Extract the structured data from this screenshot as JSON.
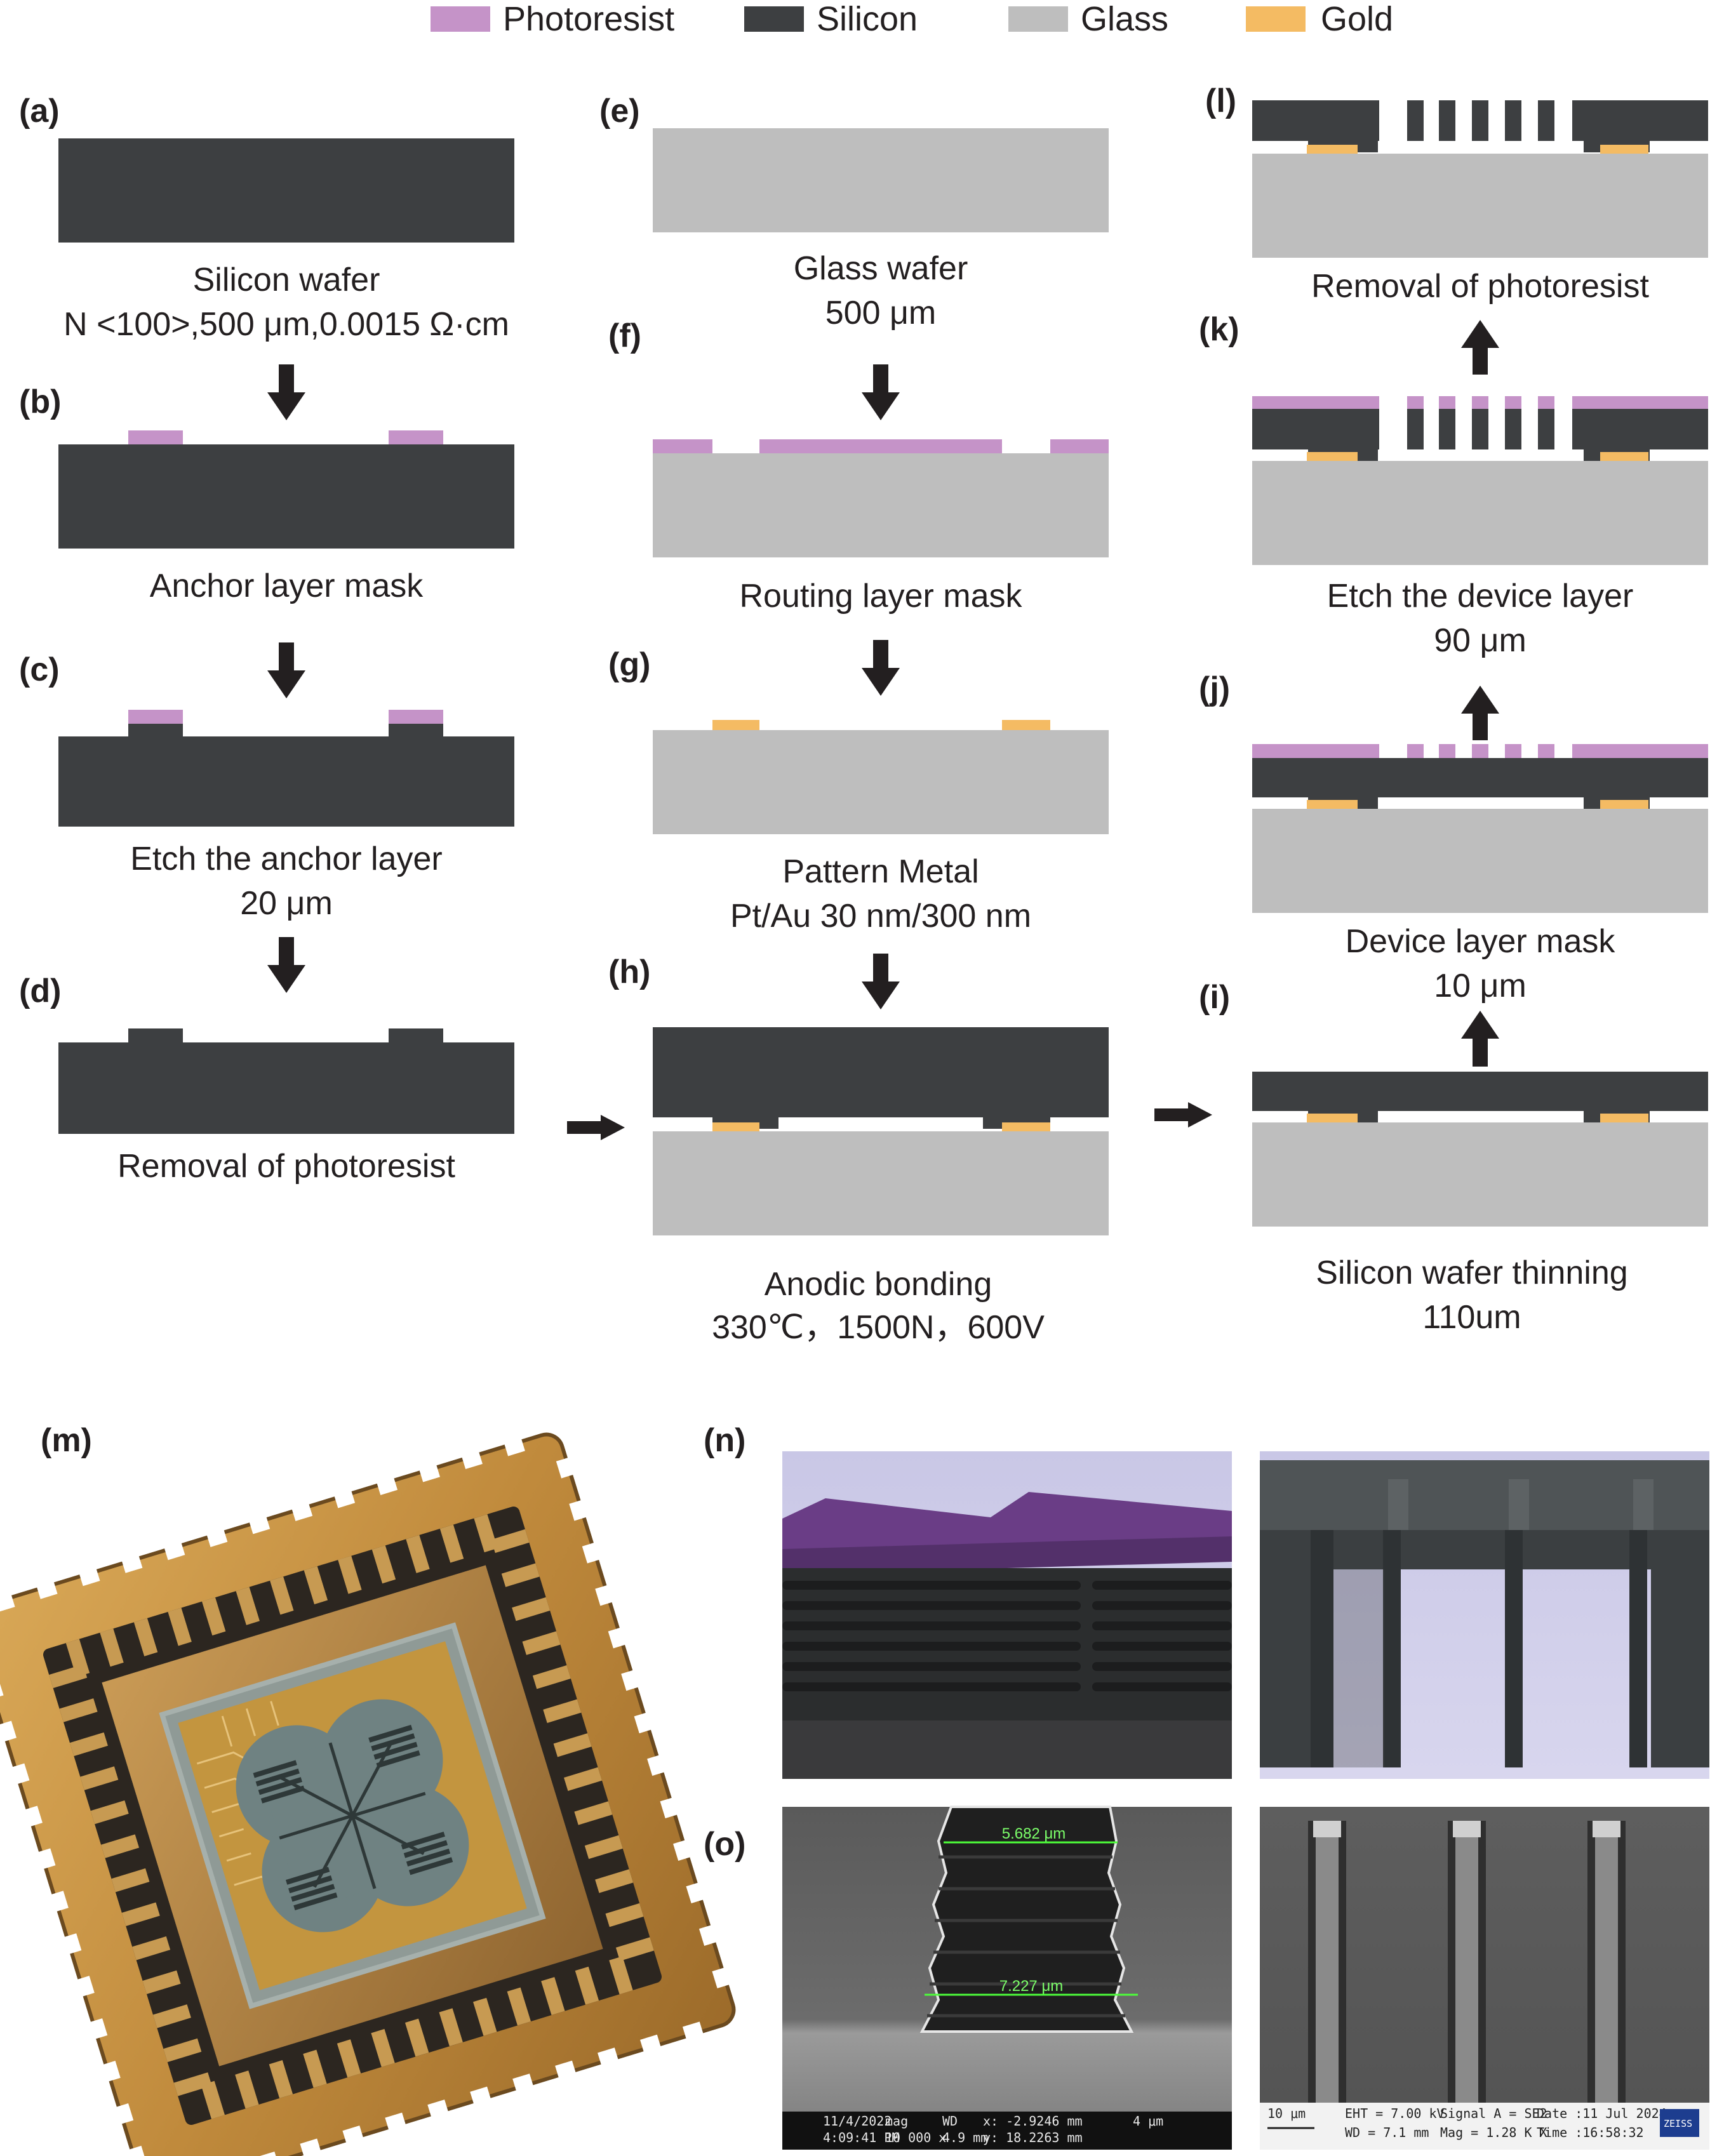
{
  "colors": {
    "photoresist": "#c593c8",
    "silicon": "#3d3f41",
    "glass": "#bebebe",
    "gold": "#f4bb63",
    "arrow": "#231f20"
  },
  "legend": [
    {
      "label": "Photoresist",
      "color": "#c593c8"
    },
    {
      "label": "Silicon",
      "color": "#3d3f41"
    },
    {
      "label": "Glass",
      "color": "#bebebe"
    },
    {
      "label": "Gold",
      "color": "#f4bb63"
    }
  ],
  "steps": {
    "a": {
      "label": "(a)",
      "lines": [
        "Silicon wafer",
        "N <100>,500 μm,0.0015 Ω·cm"
      ]
    },
    "b": {
      "label": "(b)",
      "lines": [
        "Anchor layer mask"
      ]
    },
    "c": {
      "label": "(c)",
      "lines": [
        "Etch the anchor layer",
        "20 μm"
      ]
    },
    "d": {
      "label": "(d)",
      "lines": [
        "Removal of photoresist"
      ]
    },
    "e": {
      "label": "(e)",
      "lines": [
        "Glass wafer",
        "500 μm"
      ]
    },
    "f": {
      "label": "(f)",
      "lines": [
        "Routing layer mask"
      ]
    },
    "g": {
      "label": "(g)",
      "lines": [
        "Pattern Metal",
        "Pt/Au  30 nm/300 nm"
      ]
    },
    "h": {
      "label": "(h)",
      "lines": [
        "Anodic bonding",
        "330℃，1500N，600V"
      ]
    },
    "i": {
      "label": "(i)",
      "lines": [
        "Silicon wafer thinning",
        "110um"
      ]
    },
    "j": {
      "label": "(j)",
      "lines": [
        "Device layer mask",
        "10 μm"
      ]
    },
    "k": {
      "label": "(k)",
      "lines": [
        "Etch the device layer",
        "90 μm"
      ]
    },
    "l": {
      "label": "(l)",
      "lines": [
        "Removal of photoresist"
      ]
    }
  },
  "panels": {
    "m": {
      "label": "(m)"
    },
    "n": {
      "label": "(n)"
    },
    "o": {
      "label": "(o)"
    }
  },
  "sem": {
    "top_width": "5.682 μm",
    "bottom_width": "7.227 μm",
    "left_bar": [
      "11/4/2022",
      "mag",
      "WD",
      "x: -2.9246 mm",
      "4 μm",
      "4:09:41 PM",
      "10 000 x",
      "4.9 mm",
      "y: 18.2263 mm"
    ],
    "right_bar": [
      "10 μm",
      "EHT = 7.00 kV",
      "Signal A = SE2",
      "Date :11 Jul 2024",
      "WD = 7.1 mm",
      "Mag = 1.28 K X",
      "Time :16:58:32",
      "ZEISS"
    ]
  }
}
